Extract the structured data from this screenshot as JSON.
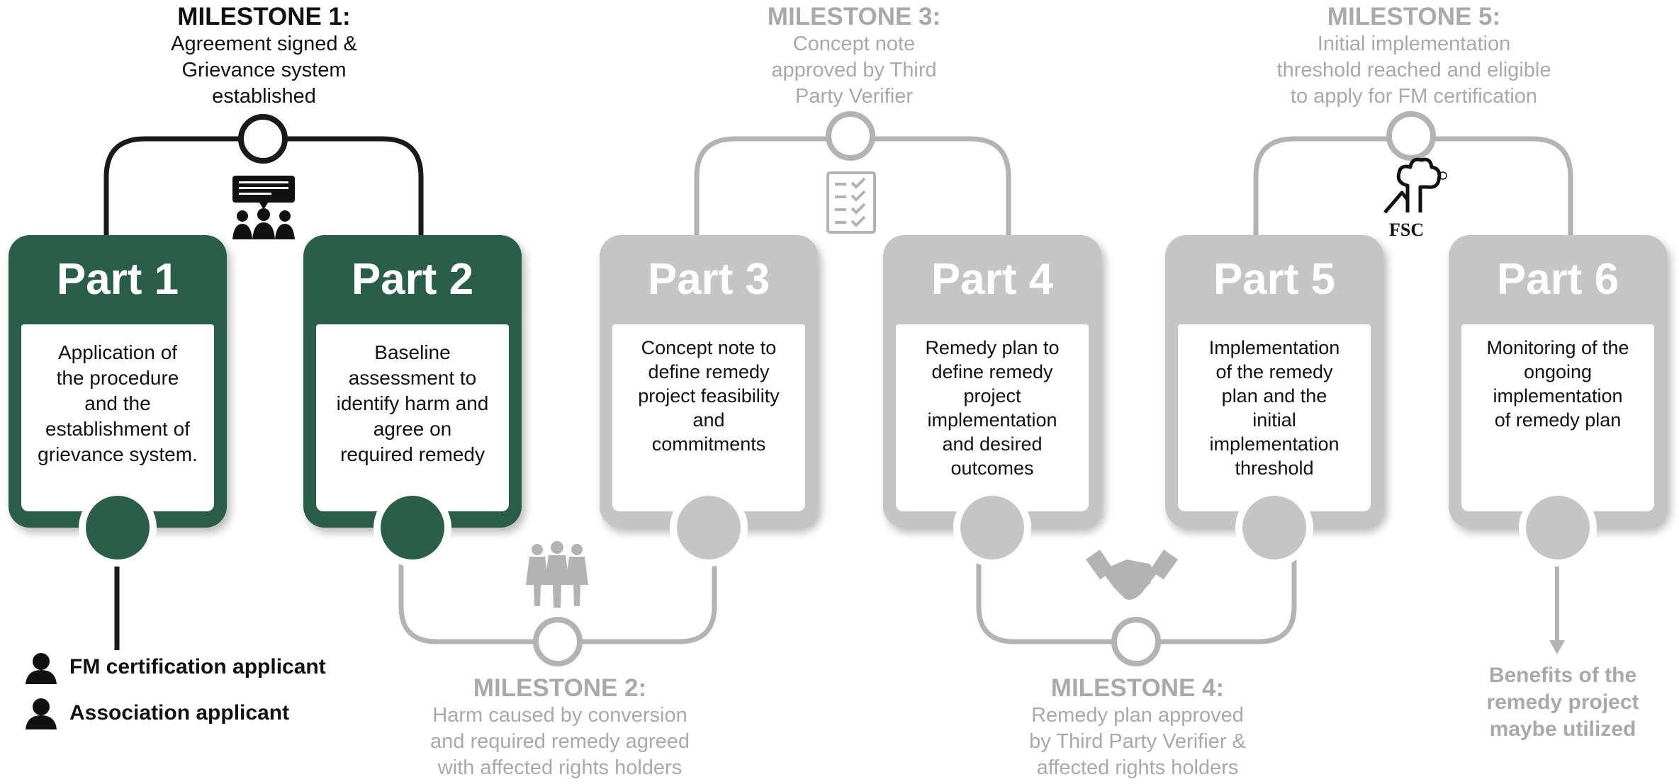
{
  "milestones": [
    {
      "title": "MILESTONE 1:",
      "desc_lines": [
        "Agreement signed &",
        "Grievance system",
        "established"
      ]
    },
    {
      "title": "MILESTONE 2:",
      "desc_lines": [
        "Harm caused by conversion",
        "and required remedy agreed",
        "with affected rights holders"
      ]
    },
    {
      "title": "MILESTONE 3:",
      "desc_lines": [
        "Concept note",
        "approved by Third",
        "Party Verifier"
      ]
    },
    {
      "title": "MILESTONE 4:",
      "desc_lines": [
        "Remedy plan approved",
        "by Third Party Verifier &",
        "affected rights holders"
      ]
    },
    {
      "title": "MILESTONE 5:",
      "desc_lines": [
        "Initial implementation",
        "threshold reached and eligible",
        "to apply for FM certification"
      ]
    }
  ],
  "parts": [
    {
      "title": "Part 1",
      "lines": [
        "Application of",
        "the procedure",
        "and the",
        "establishment of",
        "grievance system."
      ]
    },
    {
      "title": "Part 2",
      "lines": [
        "Baseline",
        "assessment to",
        "identify harm and",
        "agree on",
        "required remedy"
      ]
    },
    {
      "title": "Part 3",
      "lines": [
        "Concept note to",
        "define remedy",
        "project feasibility",
        "and",
        "commitments"
      ]
    },
    {
      "title": "Part 4",
      "lines": [
        "Remedy plan to",
        "define remedy",
        "project",
        "implementation",
        "and desired",
        "outcomes"
      ]
    },
    {
      "title": "Part 5",
      "lines": [
        "Implementation",
        "of the remedy",
        "plan and the",
        "initial",
        "implementation",
        "threshold"
      ]
    },
    {
      "title": "Part 6",
      "lines": [
        "Monitoring of the",
        "ongoing",
        "implementation",
        "of remedy plan"
      ]
    }
  ],
  "legend": [
    {
      "label": "FM certification applicant",
      "icon": "person-icon"
    },
    {
      "label": "Association applicant",
      "icon": "person-icon"
    }
  ],
  "benefits": {
    "lines": [
      "Benefits of the",
      "remedy project",
      "maybe utilized"
    ]
  },
  "fsc_logo_text": "FSC",
  "colors": {
    "active": "#2b5e4a",
    "inactive": "#c5c5c5",
    "active_line": "#1a1a1a",
    "inactive_line": "#b3b3b3",
    "inactive_text": "#a9a9a9"
  }
}
